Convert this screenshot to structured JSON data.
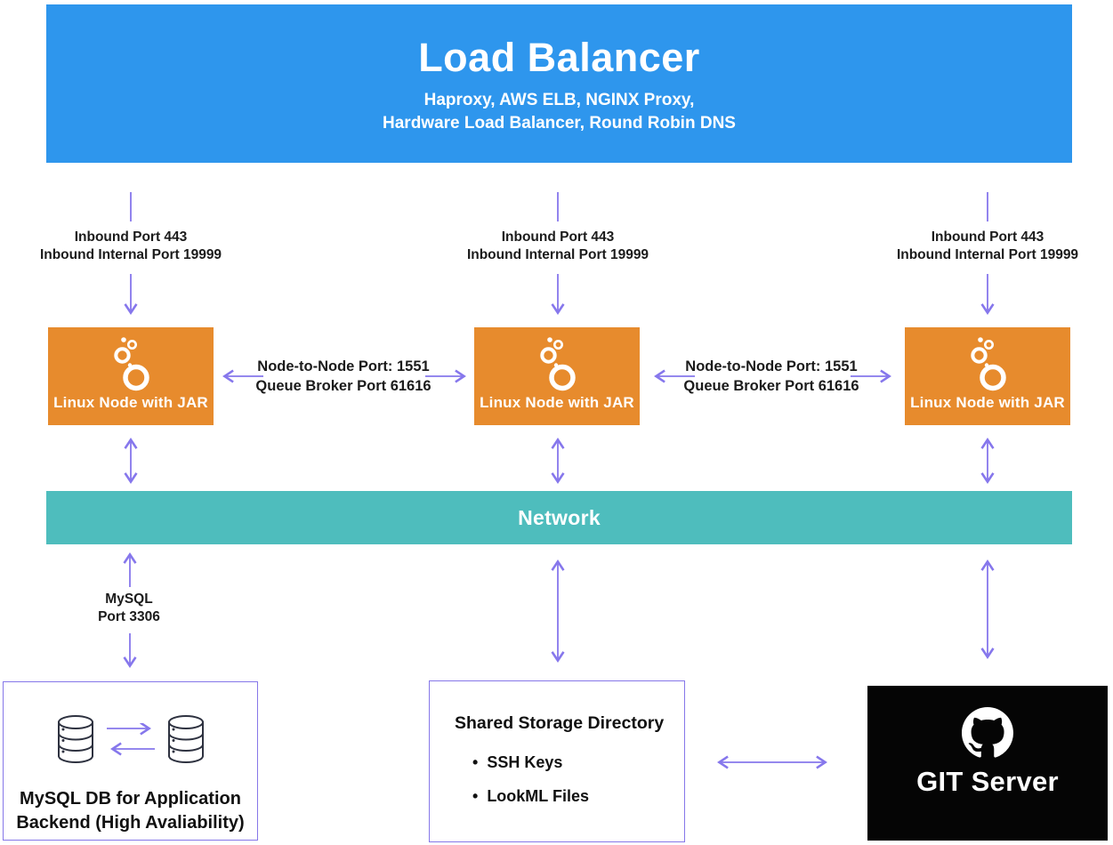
{
  "title_block": {
    "title": "Load Balancer",
    "subtitle1": "Haproxy, AWS ELB, NGINX Proxy,",
    "subtitle2": "Hardware Load Balancer, Round Robin DNS"
  },
  "inbound": {
    "line1": "Inbound Port 443",
    "line2": "Inbound Internal Port 19999"
  },
  "node": {
    "label": "Linux Node with JAR"
  },
  "node_link": {
    "line1": "Node-to-Node Port: 1551",
    "line2": "Queue Broker Port 61616"
  },
  "network": {
    "label": "Network"
  },
  "mysql_link": {
    "line1": "MySQL",
    "line2": "Port 3306"
  },
  "mysql_db": {
    "line1": "MySQL DB for Application",
    "line2": "Backend (High Avaliability)"
  },
  "shared_storage": {
    "title": "Shared Storage Directory",
    "items": [
      "SSH Keys",
      "LookML Files"
    ]
  },
  "git": {
    "label": "GIT Server"
  },
  "icons": {
    "node_icon": "looker-bubbles-icon",
    "git_icon": "github-octocat-icon",
    "db_icon": "database-cylinder-icon"
  },
  "colors": {
    "load_balancer_blue": "#2E96ED",
    "node_orange": "#E78B2D",
    "network_teal": "#4EBDBD",
    "arrow_purple": "#8677EC",
    "box_border_purple": "#8677E9",
    "git_black": "#050505",
    "text_dark": "#1B1B1B"
  }
}
